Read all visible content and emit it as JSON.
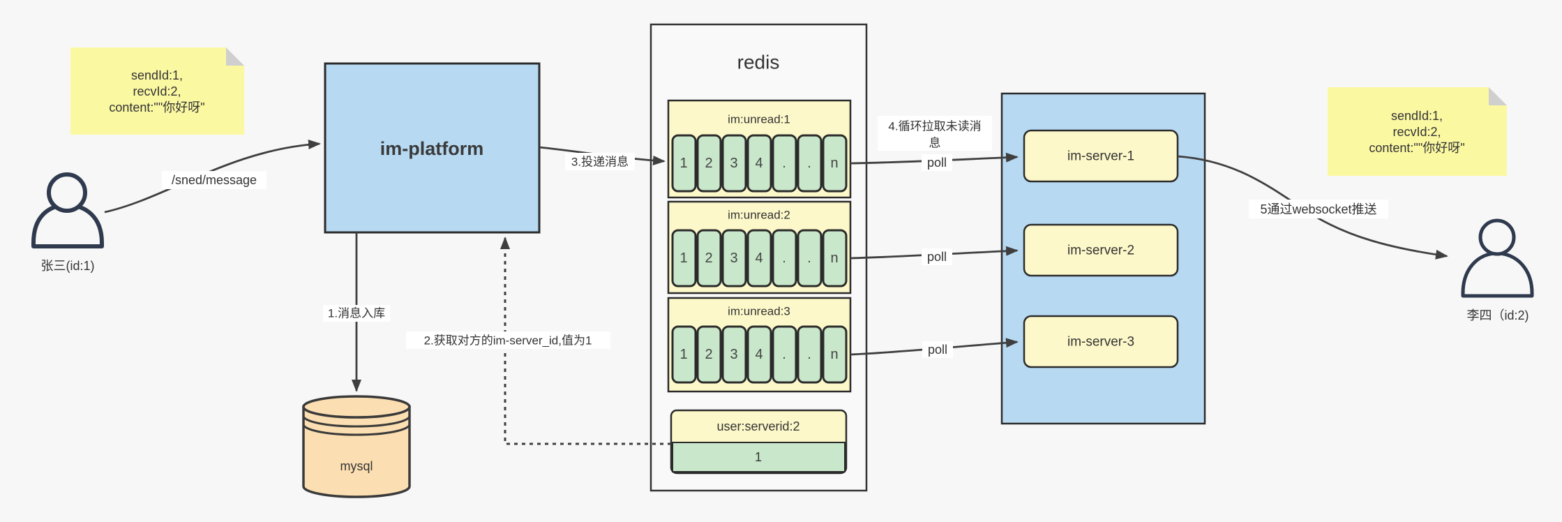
{
  "notes": {
    "left": {
      "lines": [
        "sendId:1,",
        "recvId:2,",
        "content:\"\"你好呀\""
      ]
    },
    "right": {
      "lines": [
        "sendId:1,",
        "recvId:2,",
        "content:\"\"你好呀\""
      ]
    }
  },
  "actors": {
    "left": {
      "label": "张三(id:1)"
    },
    "right": {
      "label": "李四（id:2)"
    }
  },
  "nodes": {
    "platform": {
      "label": "im-platform"
    },
    "mysql": {
      "label": "mysql"
    },
    "servers": [
      {
        "label": "im-server-1"
      },
      {
        "label": "im-server-2"
      },
      {
        "label": "im-server-3"
      }
    ]
  },
  "redis": {
    "title": "redis",
    "queues": [
      {
        "name": "im:unread:1",
        "cells": [
          "1",
          "2",
          "3",
          "4",
          ".",
          ".",
          "n"
        ]
      },
      {
        "name": "im:unread:2",
        "cells": [
          "1",
          "2",
          "3",
          "4",
          ".",
          ".",
          "n"
        ]
      },
      {
        "name": "im:unread:3",
        "cells": [
          "1",
          "2",
          "3",
          "4",
          ".",
          ".",
          "n"
        ]
      }
    ],
    "kv": {
      "key": "user:serverid:2",
      "value": "1"
    }
  },
  "edges": {
    "send": "/sned/message",
    "step1": "1.消息入库",
    "step2": "2.获取对方的im-server_id,值为1",
    "step3": "3.投递消息",
    "step4_line1": "4.循环拉取未读消",
    "step4_line2": "息",
    "poll": "poll",
    "step5": "5通过websocket推送"
  },
  "colors": {
    "background": "#F7F7F7",
    "note_yellow": "#FBF8A2",
    "node_blue": "#B7D9F2",
    "panel_yellow": "#FCF8C9",
    "cell_green": "#C9E7CA",
    "mysql_orange": "#FBDFB2",
    "stroke_dark": "#333333",
    "arrow": "#3F3F3F"
  }
}
